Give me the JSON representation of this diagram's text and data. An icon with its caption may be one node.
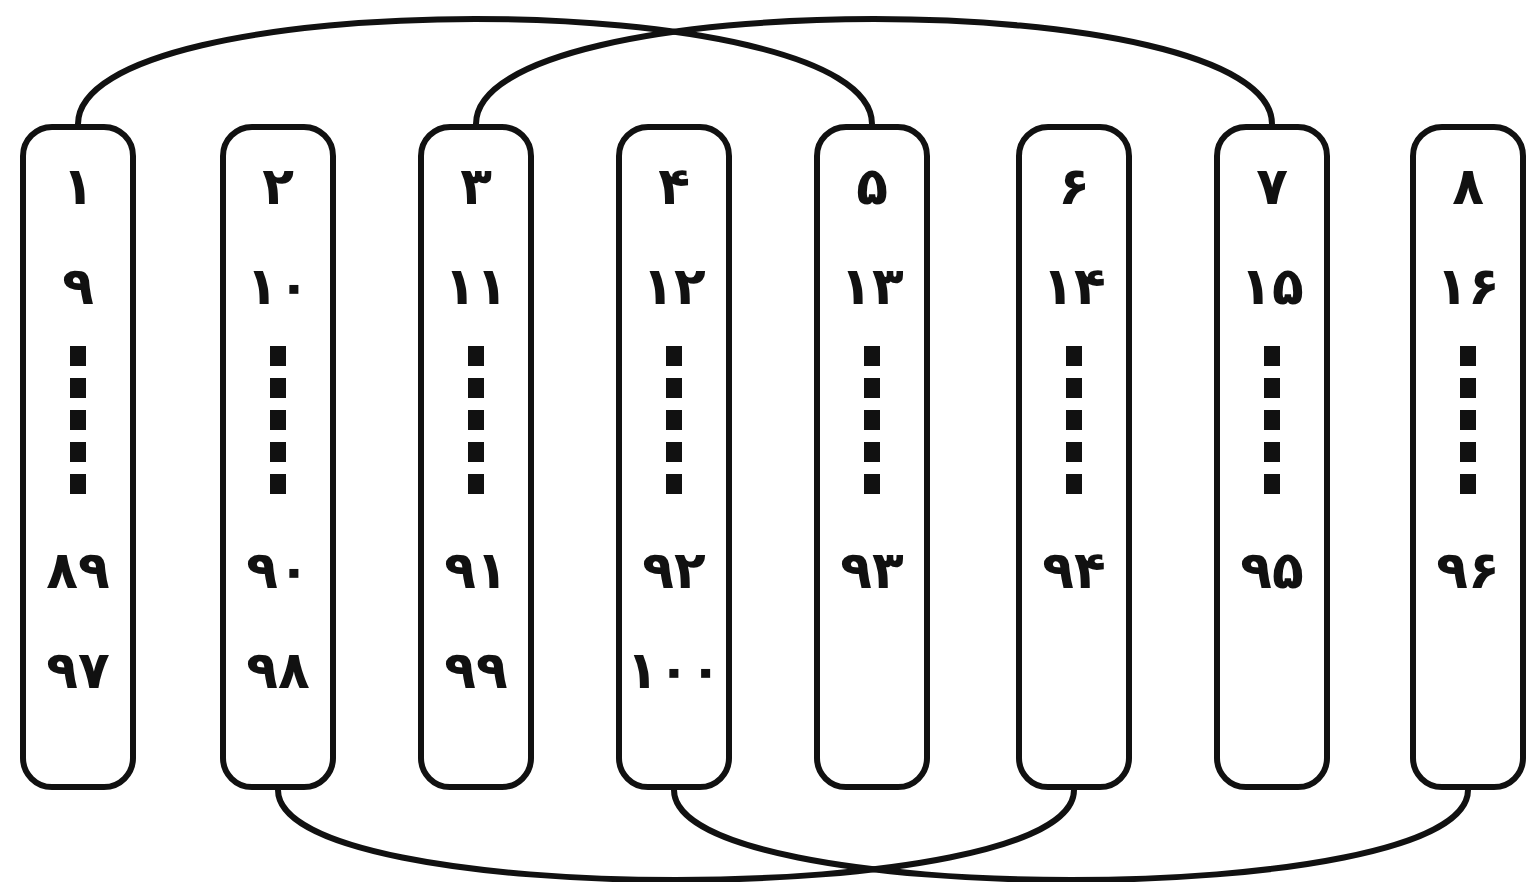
{
  "diagram": {
    "nodes": [
      {
        "text": [
          "۱",
          "۹",
          "۸۹",
          "۹۷"
        ]
      },
      {
        "text": [
          "۲",
          "۱۰",
          "۹۰",
          "۹۸"
        ]
      },
      {
        "text": [
          "۳",
          "۱۱",
          "۹۱",
          "۹۹"
        ]
      },
      {
        "text": [
          "۴",
          "۱۲",
          "۹۲",
          "۱۰۰"
        ]
      },
      {
        "text": [
          "۵",
          "۱۳",
          "۹۳"
        ]
      },
      {
        "text": [
          "۶",
          "۱۴",
          "۹۴"
        ]
      },
      {
        "text": [
          "۷",
          "۱۵",
          "۹۵"
        ]
      },
      {
        "text": [
          "۸",
          "۱۶",
          "۹۶"
        ]
      }
    ],
    "edges": [
      {
        "from": 0,
        "to": 4,
        "arrow": "none"
      },
      {
        "from": 2,
        "to": 6,
        "arrow": "none"
      },
      {
        "from": 1,
        "to": 5,
        "arrow": "none"
      },
      {
        "from": 3,
        "to": 7,
        "arrow": "none"
      }
    ]
  }
}
